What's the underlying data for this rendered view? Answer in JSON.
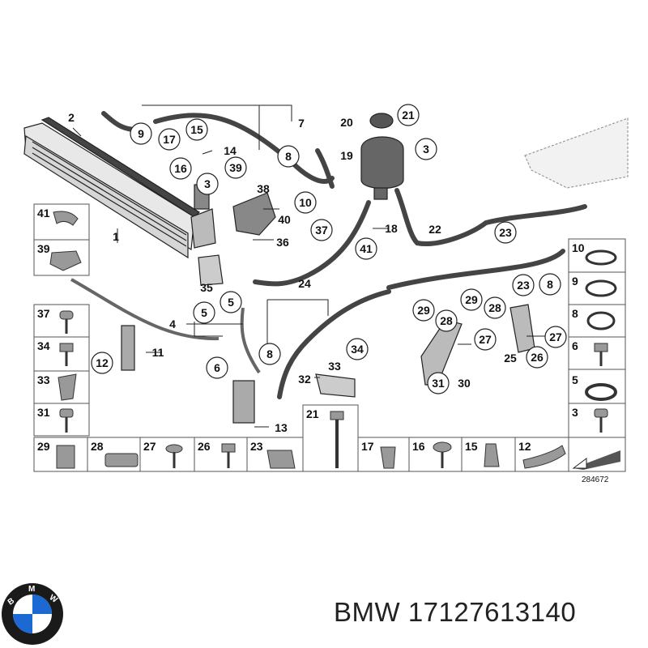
{
  "diagram": {
    "reference_number": "284672",
    "callouts": [
      {
        "label": "2",
        "circled": false
      },
      {
        "label": "9",
        "circled": true
      },
      {
        "label": "7",
        "circled": false
      },
      {
        "label": "17",
        "circled": true
      },
      {
        "label": "15",
        "circled": true
      },
      {
        "label": "14",
        "circled": false
      },
      {
        "label": "8",
        "circled": true
      },
      {
        "label": "16",
        "circled": true
      },
      {
        "label": "3",
        "circled": true
      },
      {
        "label": "39",
        "circled": true
      },
      {
        "label": "38",
        "circled": false
      },
      {
        "label": "10",
        "circled": true
      },
      {
        "label": "40",
        "circled": false
      },
      {
        "label": "1",
        "circled": false
      },
      {
        "label": "36",
        "circled": false
      },
      {
        "label": "35",
        "circled": false
      },
      {
        "label": "5",
        "circled": true
      },
      {
        "label": "5",
        "circled": true
      },
      {
        "label": "4",
        "circled": false
      },
      {
        "label": "12",
        "circled": true
      },
      {
        "label": "11",
        "circled": false
      },
      {
        "label": "6",
        "circled": true
      },
      {
        "label": "8",
        "circled": true
      },
      {
        "label": "13",
        "circled": false
      },
      {
        "label": "32",
        "circled": false
      },
      {
        "label": "33",
        "circled": false
      },
      {
        "label": "34",
        "circled": true
      },
      {
        "label": "24",
        "circled": false
      },
      {
        "label": "37",
        "circled": true
      },
      {
        "label": "41",
        "circled": true
      },
      {
        "label": "18",
        "circled": false
      },
      {
        "label": "20",
        "circled": false
      },
      {
        "label": "21",
        "circled": true
      },
      {
        "label": "19",
        "circled": false
      },
      {
        "label": "3",
        "circled": true
      },
      {
        "label": "22",
        "circled": false
      },
      {
        "label": "23",
        "circled": true
      },
      {
        "label": "23",
        "circled": true
      },
      {
        "label": "8",
        "circled": true
      },
      {
        "label": "29",
        "circled": true
      },
      {
        "label": "29",
        "circled": true
      },
      {
        "label": "28",
        "circled": true
      },
      {
        "label": "28",
        "circled": true
      },
      {
        "label": "27",
        "circled": true
      },
      {
        "label": "27",
        "circled": true
      },
      {
        "label": "25",
        "circled": false
      },
      {
        "label": "26",
        "circled": true
      },
      {
        "label": "31",
        "circled": true
      },
      {
        "label": "30",
        "circled": false
      }
    ],
    "left_column_cells": [
      "41",
      "39"
    ],
    "left_small_parts": [
      "37",
      "34",
      "33",
      "31"
    ],
    "bottom_row_cells": [
      "29",
      "28",
      "27",
      "26",
      "23",
      "21",
      "17",
      "16",
      "15",
      "12"
    ],
    "right_column_cells": [
      "10",
      "9",
      "8",
      "6",
      "5",
      "3"
    ]
  },
  "footer": {
    "brand": "BMW",
    "part_number": "17127613140"
  },
  "logo": {
    "letters": [
      "B",
      "M",
      "W"
    ],
    "colors": {
      "ring": "#1a1a1a",
      "blue": "#1c69d4",
      "white": "#ffffff"
    }
  }
}
